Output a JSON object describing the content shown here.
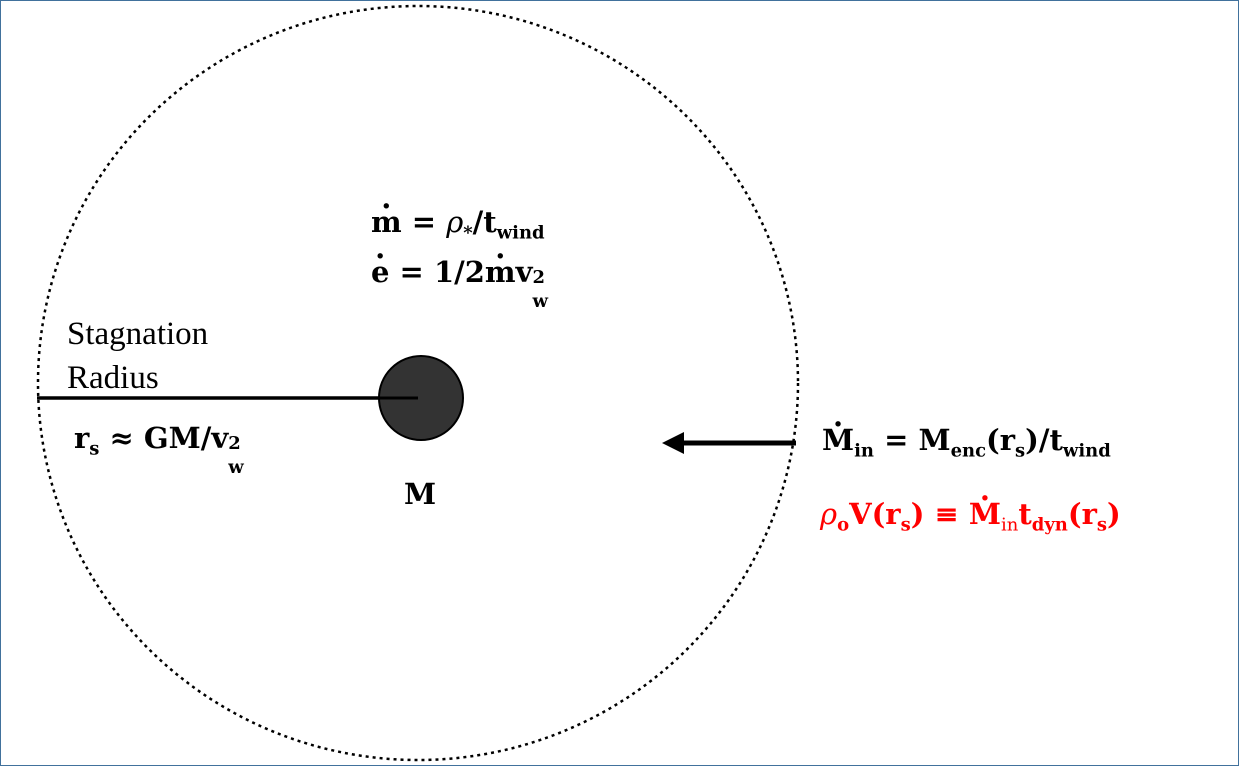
{
  "diagram": {
    "stagnation_label_line1": "Stagnation",
    "stagnation_label_line2": "Radius",
    "mass_label": "M",
    "colors": {
      "frame": "#41719c",
      "ink": "#000000",
      "sphere_fill": "#333333",
      "highlight": "#ff0000"
    },
    "eq_mdot": {
      "lhs": "m",
      "eq": " = ",
      "rho": "ρ",
      "rho_sub": "*",
      "slash": "/",
      "t": "t",
      "t_sub": "wind"
    },
    "eq_edot": {
      "lhs": "e",
      "rhs": " = 1/2",
      "m": "m",
      "v": "v",
      "v_sub": "w",
      "v_sup": "2"
    },
    "eq_rs": {
      "r": "r",
      "r_sub": "s",
      "approx": " ≈ GM/",
      "v": "v",
      "v_sub": "w",
      "v_sup": "2"
    },
    "eq_min": {
      "M": "M",
      "M_sub": "in",
      "mid": " = M",
      "mid_sub": "enc",
      "paren_open": "(r",
      "paren_sub": "s",
      "paren_close": ")/t",
      "t_sub": "wind"
    },
    "eq_rho": {
      "rho": "ρ",
      "rho_sub": "o",
      "V": "V(r",
      "V_sub": "s",
      "V_close": ") ≡ ",
      "M": "M",
      "M_sub": "in",
      "t": "t",
      "t_sub": "dyn",
      "tail_open": "(r",
      "tail_sub": "s",
      "tail_close": ")"
    }
  }
}
